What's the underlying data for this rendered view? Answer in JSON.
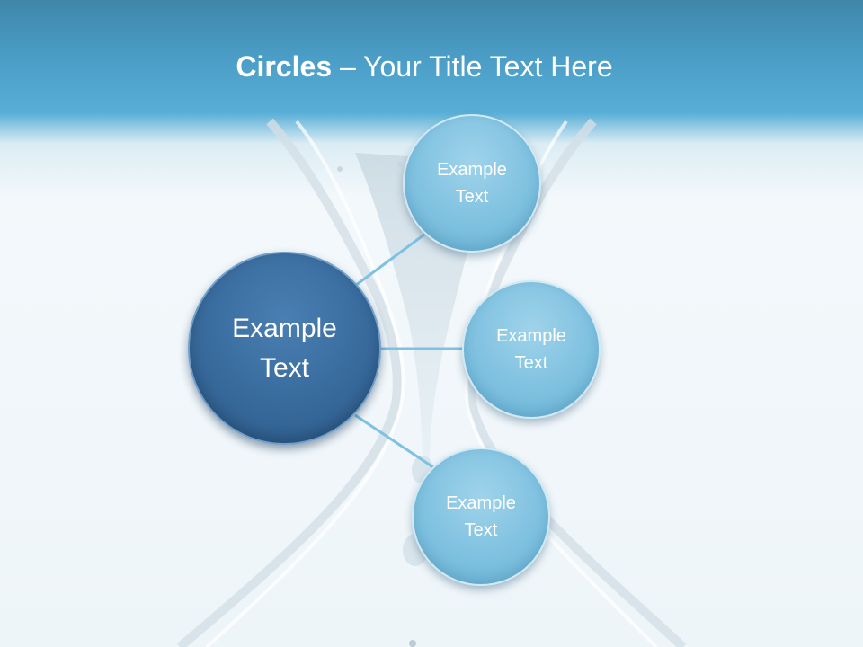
{
  "title": {
    "bold": "Circles",
    "rest": " – Your Title Text Here"
  },
  "diagram": {
    "center": {
      "text_line1": "Example",
      "text_line2": "Text"
    },
    "nodes": [
      {
        "text_line1": "Example",
        "text_line2": "Text"
      },
      {
        "text_line1": "Example",
        "text_line2": "Text"
      },
      {
        "text_line1": "Example",
        "text_line2": "Text"
      }
    ]
  },
  "colors": {
    "header": "#4a9cc5",
    "center_circle": "#386a9c",
    "node_circle": "#7fc1e0",
    "connector": "#7fc1e0"
  }
}
